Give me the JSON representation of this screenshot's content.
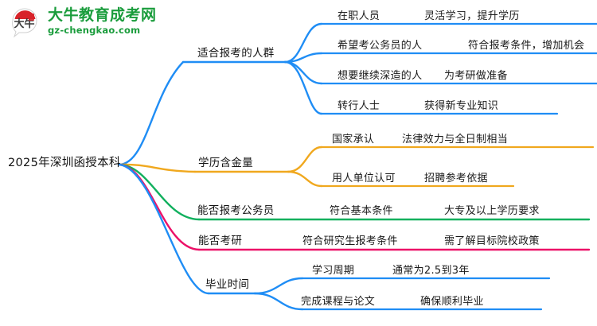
{
  "logo": {
    "mark_text": "大牛",
    "brand_name": "大牛教育成考网",
    "site_url": "gz-chengkao.com",
    "brand_color": "#1a9c3c",
    "mark_color": "#d8232a"
  },
  "mindmap": {
    "root": "2025年深圳函授本科",
    "branch_colors": {
      "blue": "#1f8df5",
      "orange": "#f0a81e",
      "green": "#11b05e",
      "pink": "#ec1168"
    },
    "branches": [
      {
        "label": "适合报考的人群",
        "color": "#1f8df5",
        "children": [
          {
            "label": "在职人员",
            "desc": "灵活学习，提升学历"
          },
          {
            "label": "希望考公务员的人",
            "desc": "符合报考条件，增加机会"
          },
          {
            "label": "想要继续深造的人",
            "desc": "为考研做准备"
          },
          {
            "label": "转行人士",
            "desc": "获得新专业知识"
          }
        ]
      },
      {
        "label": "学历含金量",
        "color": "#f0a81e",
        "children": [
          {
            "label": "国家承认",
            "desc": "法律效力与全日制相当"
          },
          {
            "label": "用人单位认可",
            "desc": "招聘参考依据"
          }
        ]
      },
      {
        "label": "能否报考公务员",
        "color": "#11b05e",
        "children": [
          {
            "label": "符合基本条件",
            "desc": "大专及以上学历要求"
          }
        ]
      },
      {
        "label": "能否考研",
        "color": "#ec1168",
        "children": [
          {
            "label": "符合研究生报考条件",
            "desc": "需了解目标院校政策"
          }
        ]
      },
      {
        "label": "毕业时间",
        "color": "#1f8df5",
        "children": [
          {
            "label": "学习周期",
            "desc": "通常为2.5到3年"
          },
          {
            "label": "完成课程与论文",
            "desc": "确保顺利毕业"
          }
        ]
      }
    ]
  }
}
